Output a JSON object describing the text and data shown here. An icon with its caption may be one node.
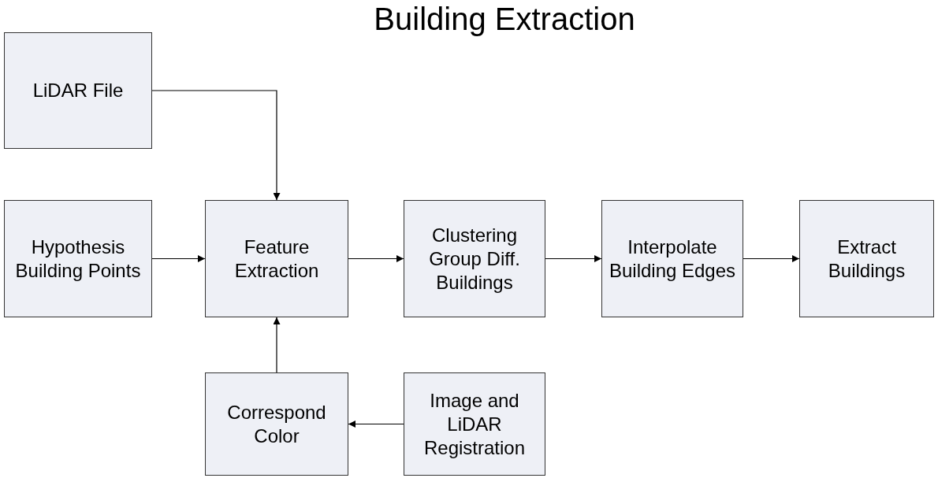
{
  "diagram": {
    "title": "Building Extraction",
    "nodes": [
      {
        "text": [
          "LiDAR File"
        ]
      },
      {
        "text": [
          "Hypothesis Building Points"
        ]
      },
      {
        "text": [
          "Feature Extraction"
        ]
      },
      {
        "text": [
          "Clustering Group Diff. Buildings"
        ]
      },
      {
        "text": [
          "Interpolate Building Edges"
        ]
      },
      {
        "text": [
          "Extract Buildings"
        ]
      },
      {
        "text": [
          "Correspond Color"
        ]
      },
      {
        "text": [
          "Image and LiDAR Registration"
        ]
      }
    ],
    "edges": [
      {
        "from": 0,
        "to": 2,
        "arrow": "to"
      },
      {
        "from": 1,
        "to": 2,
        "arrow": "to"
      },
      {
        "from": 2,
        "to": 3,
        "arrow": "to"
      },
      {
        "from": 3,
        "to": 4,
        "arrow": "to"
      },
      {
        "from": 4,
        "to": 5,
        "arrow": "to"
      },
      {
        "from": 6,
        "to": 2,
        "arrow": "to"
      },
      {
        "from": 7,
        "to": 6,
        "arrow": "to"
      }
    ]
  }
}
